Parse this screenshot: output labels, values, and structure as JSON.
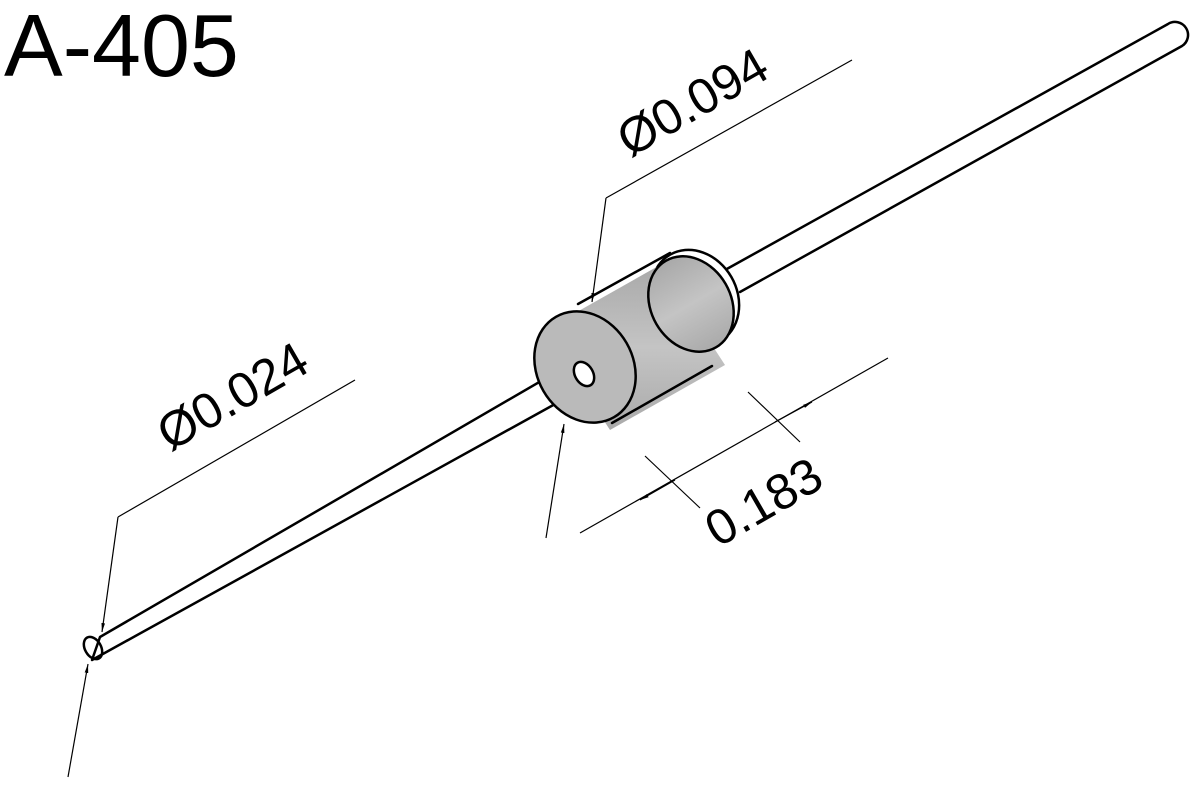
{
  "title": "A-405",
  "dimensions": {
    "lead_diameter": "Ø0.024",
    "body_diameter": "Ø0.094",
    "body_length": "0.183"
  },
  "colors": {
    "body_fill": "#bdbdbd",
    "band_fill": "#ffffff",
    "line": "#000000",
    "background": "#ffffff"
  }
}
